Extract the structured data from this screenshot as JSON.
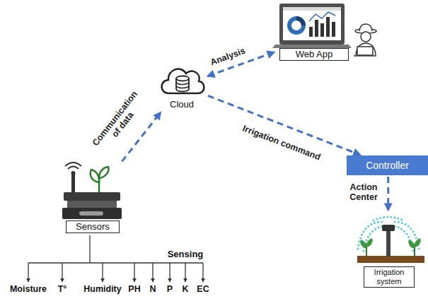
{
  "diagram": {
    "nodes": [
      {
        "text": [
          "Web App"
        ]
      },
      {
        "text": [
          "Cloud"
        ]
      },
      {
        "text": [
          "Controller"
        ]
      },
      {
        "text": [
          "Sensors"
        ]
      },
      {
        "text": [
          "Irrigation system"
        ]
      }
    ],
    "edges": [
      {
        "from": 3,
        "to": 1,
        "label": "Communication of data",
        "arrow": "to"
      },
      {
        "from": 1,
        "to": 0,
        "label": "Analysis",
        "arrow": "both"
      },
      {
        "from": 1,
        "to": 2,
        "label": "Irrigation command",
        "arrow": "to"
      },
      {
        "from": 2,
        "to": 4,
        "label": "Action Center",
        "arrow": "to"
      }
    ],
    "labels": [
      "Sensing",
      "Moisture",
      "T°",
      "Humidity",
      "PH",
      "N",
      "P",
      "K",
      "EC"
    ]
  }
}
